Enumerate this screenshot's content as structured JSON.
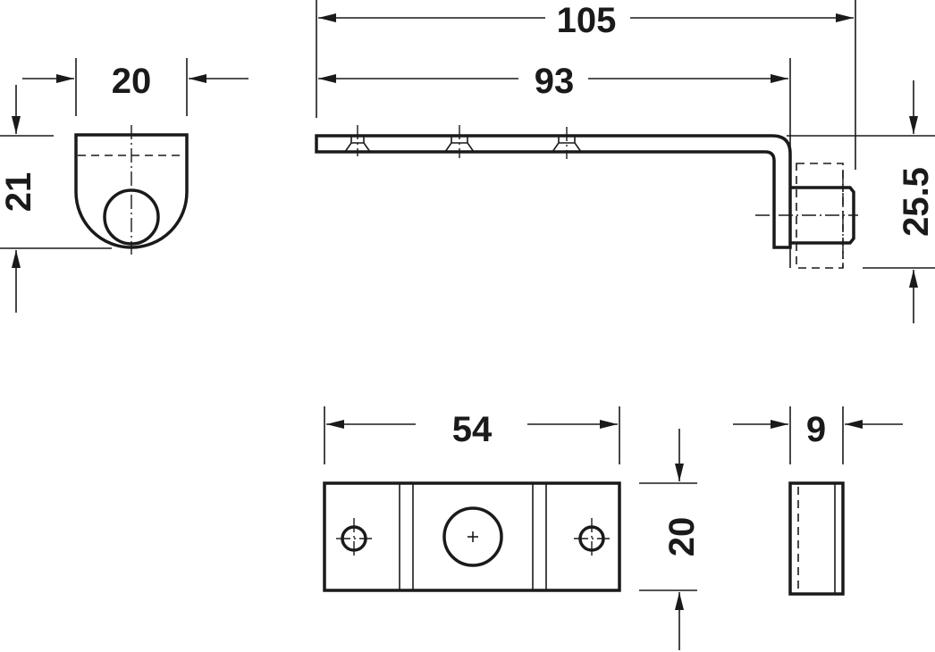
{
  "drawing": {
    "dimensions": {
      "overall_length": "105",
      "plate_length": "93",
      "end_view_width": "20",
      "end_view_height": "21",
      "bracket_height": "25.5",
      "base_length": "54",
      "base_width": "20",
      "base_thickness": "9"
    }
  }
}
